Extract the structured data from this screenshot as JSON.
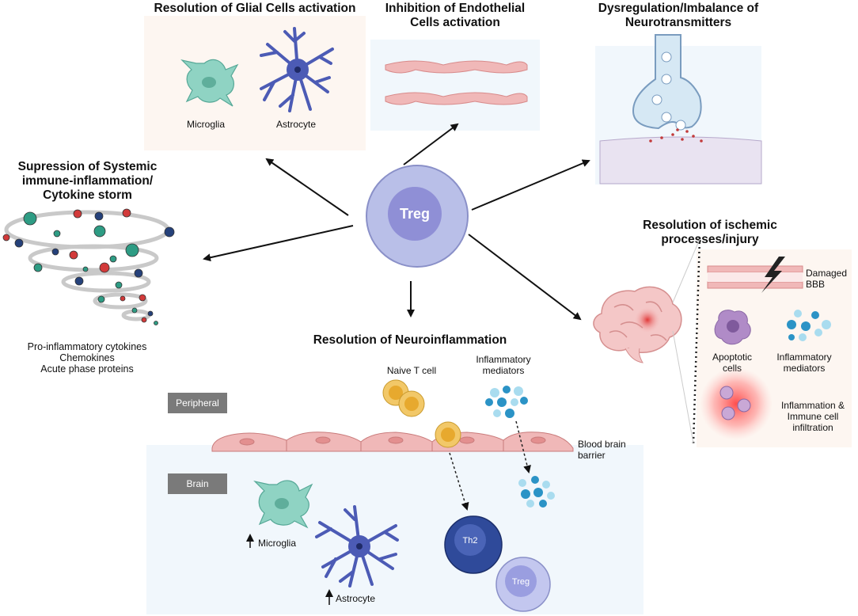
{
  "center": {
    "label": "Treg"
  },
  "glial": {
    "title": "Resolution of Glial Cells activation",
    "microglia": "Microglia",
    "astrocyte": "Astrocyte"
  },
  "endothelial": {
    "title": "Inhibition of Endothelial Cells activation"
  },
  "neurotransmitters": {
    "title": "Dysregulation/Imbalance of Neurotransmitters"
  },
  "systemic": {
    "title": "Supression of Systemic immune-inflammation/ Cytokine storm",
    "caption_lines": [
      "Pro-inflammatory cytokines",
      "Chemokines",
      "Acute phase proteins"
    ]
  },
  "ischemic": {
    "title": "Resolution of ischemic processes/injury",
    "damaged_bbb": "Damaged BBB",
    "apoptotic": "Apoptotic cells",
    "mediators": "Inflammatory mediators",
    "infiltration": "Inflammation & Immune cell infiltration"
  },
  "neuro": {
    "title": "Resolution of Neuroinflammation",
    "peripheral": "Peripheral",
    "brain": "Brain",
    "naive": "Naive T cell",
    "mediators": "Inflammatory mediators",
    "bbb": "Blood brain barrier",
    "microglia": "Microglia",
    "astrocyte": "Astrocyte",
    "th2": "Th2",
    "treg": "Treg"
  },
  "colors": {
    "treg_outer": "#b9bfe8",
    "treg_inner": "#8f8fd6",
    "microglia": "#8fd3c3",
    "astrocyte": "#4c5bb5",
    "endothelium": "#f0b8b8",
    "naive": "#f2c868",
    "mediator_dark": "#2b93c6",
    "mediator_light": "#a9dcef",
    "red": "#d23a3a",
    "teal": "#2e9c84",
    "navy": "#25417a"
  }
}
